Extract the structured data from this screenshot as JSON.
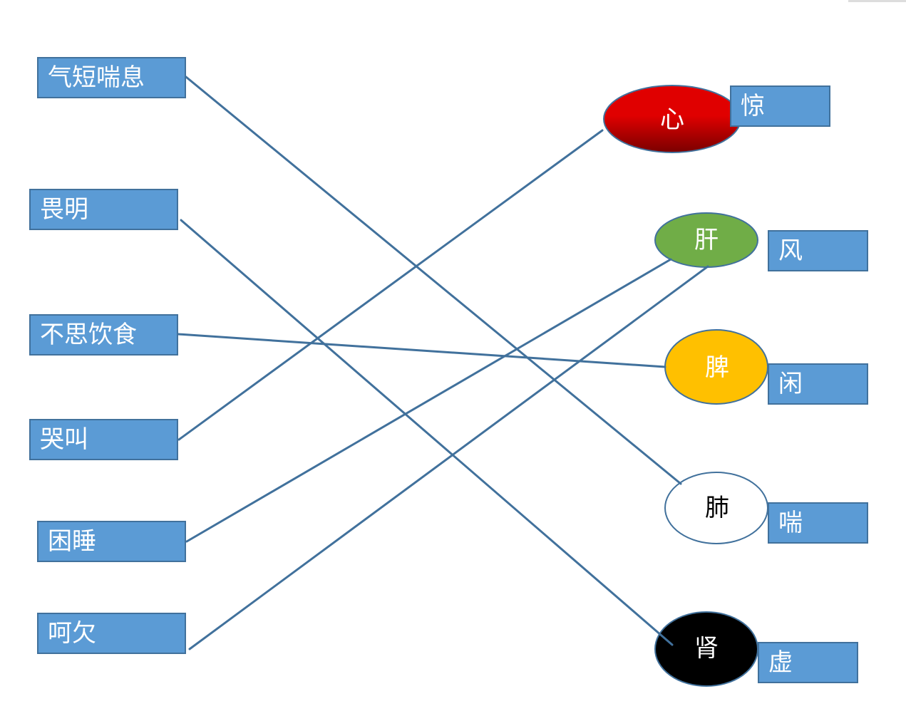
{
  "symptoms": [
    {
      "label": "气短喘息"
    },
    {
      "label": "畏明"
    },
    {
      "label": "不思饮食"
    },
    {
      "label": "哭叫"
    },
    {
      "label": "困睡"
    },
    {
      "label": "呵欠"
    }
  ],
  "organs": [
    {
      "label": "心",
      "fill": "#E00000",
      "fill_dark": "#7A0000",
      "text_color": "#FFFFFF"
    },
    {
      "label": "肝",
      "fill": "#70AD47",
      "text_color": "#FFFFFF"
    },
    {
      "label": "脾",
      "fill": "#FFC000",
      "text_color": "#FFFFFF"
    },
    {
      "label": "肺",
      "fill": "#FFFFFF",
      "text_color": "#000000"
    },
    {
      "label": "肾",
      "fill": "#000000",
      "text_color": "#FFFFFF"
    }
  ],
  "qualities": [
    {
      "label": "惊"
    },
    {
      "label": "风"
    },
    {
      "label": "闲"
    },
    {
      "label": "喘"
    },
    {
      "label": "虚"
    }
  ],
  "colors": {
    "box_fill": "#5B9BD5",
    "box_border": "#41719C",
    "connector": "#41719C",
    "organ_border": "#41719C",
    "background": "#FFFFFF"
  }
}
